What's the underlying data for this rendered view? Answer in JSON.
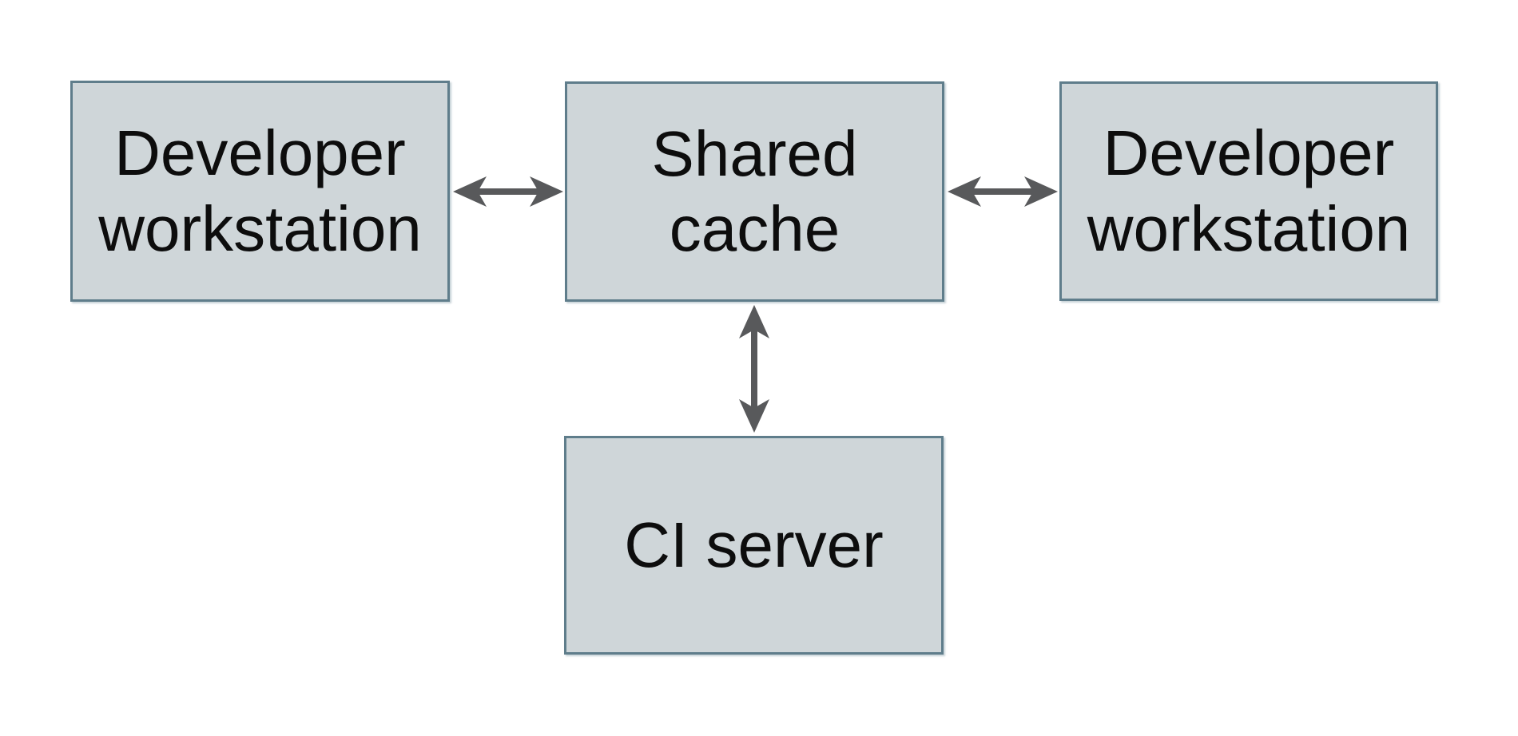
{
  "diagram": {
    "type": "architecture-diagram",
    "nodes": {
      "dev_left": {
        "label": "Developer\nworkstation"
      },
      "shared_cache": {
        "label": "Shared\ncache"
      },
      "dev_right": {
        "label": "Developer\nworkstation"
      },
      "ci_server": {
        "label": "CI server"
      }
    },
    "edges": [
      {
        "name": "dev-left-shared-cache",
        "from": "Developer workstation (left)",
        "to": "Shared cache",
        "direction": "bidirectional"
      },
      {
        "name": "shared-cache-dev-right",
        "from": "Shared cache",
        "to": "Developer workstation (right)",
        "direction": "bidirectional"
      },
      {
        "name": "shared-cache-ci-server",
        "from": "Shared cache",
        "to": "CI server",
        "direction": "bidirectional"
      }
    ],
    "colors": {
      "background": "#ffffff",
      "node_fill": "#cfd6d9",
      "node_border": "#5f7d8b",
      "arrow": "#58595b",
      "text": "#0d0d0d"
    }
  }
}
